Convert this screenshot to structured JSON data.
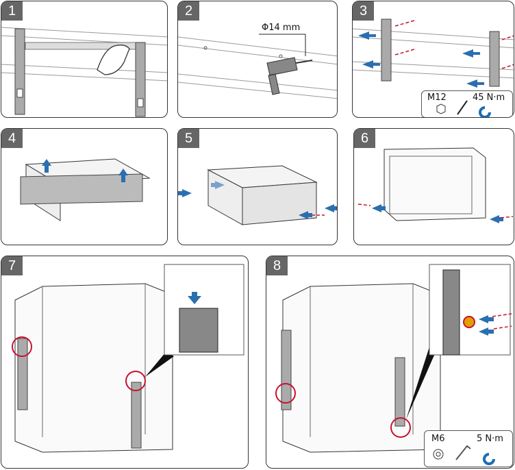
{
  "steps": [
    {
      "number": "1"
    },
    {
      "number": "2",
      "drill_label": "Φ14 mm"
    },
    {
      "number": "3",
      "bolt_label": "M12",
      "torque_label": "45 N·m"
    },
    {
      "number": "4"
    },
    {
      "number": "5"
    },
    {
      "number": "6"
    },
    {
      "number": "7"
    },
    {
      "number": "8",
      "bolt_label": "M6",
      "torque_label": "5 N·m"
    }
  ],
  "colors": {
    "arrow_blue": "#2a6fb0",
    "callout_red": "#c8102e",
    "label_bg": "#666666"
  }
}
